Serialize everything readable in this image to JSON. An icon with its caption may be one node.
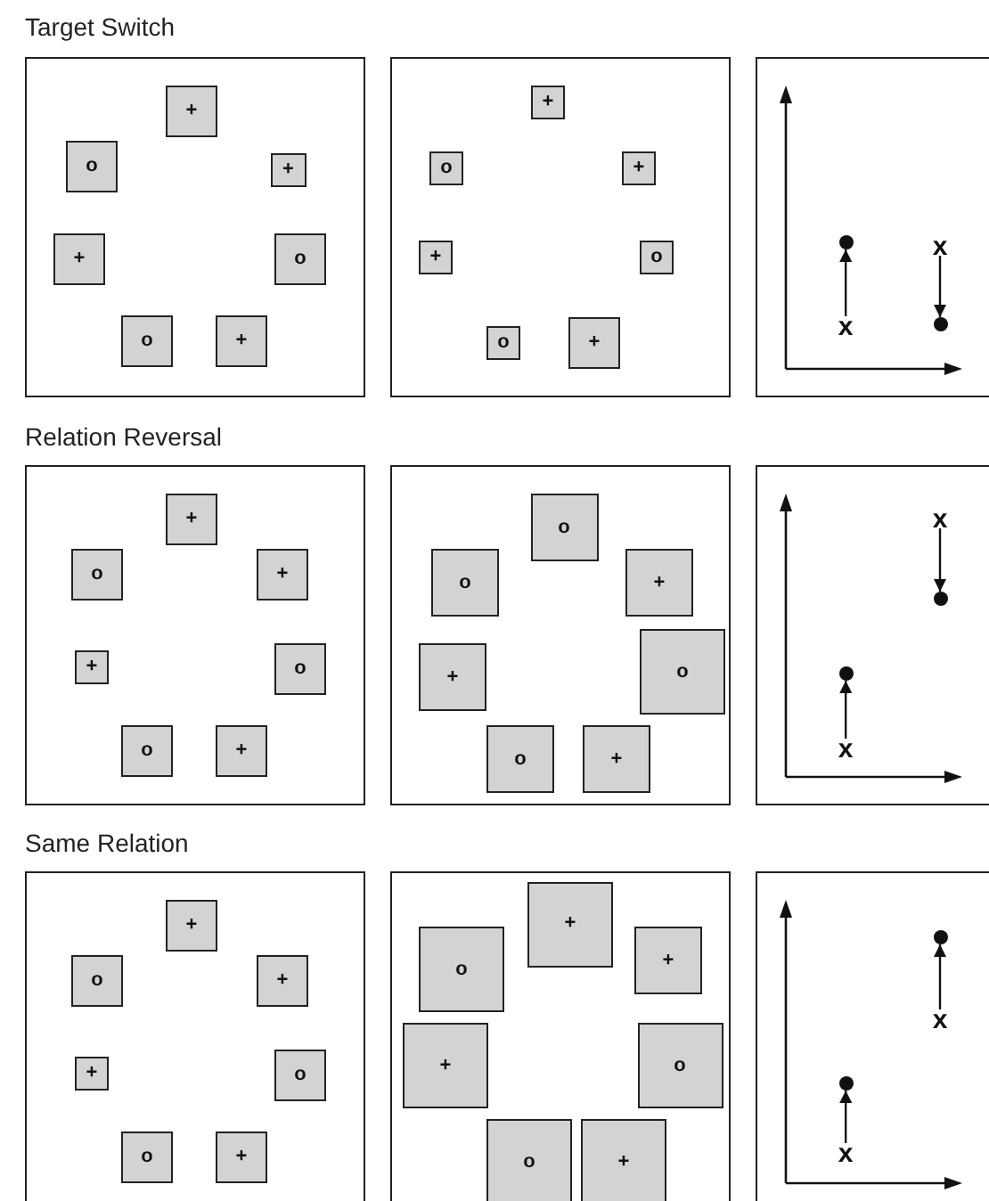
{
  "diagram": {
    "nodes": [
      {
        "text": [],
        "shape": "box"
      },
      {
        "text": [
          "+"
        ],
        "in": 0
      },
      {
        "text": [
          "o"
        ],
        "in": 0
      },
      {
        "text": [
          "+"
        ],
        "in": 0
      },
      {
        "text": [
          "+"
        ],
        "in": 0
      },
      {
        "text": [
          "o"
        ],
        "in": 0
      },
      {
        "text": [
          "o"
        ],
        "in": 0
      },
      {
        "text": [
          "+"
        ],
        "in": 0
      },
      {
        "text": [],
        "shape": "box"
      },
      {
        "text": [
          "+"
        ],
        "in": 8
      },
      {
        "text": [
          "o"
        ],
        "in": 8
      },
      {
        "text": [
          "+"
        ],
        "in": 8
      },
      {
        "text": [
          "+"
        ],
        "in": 8
      },
      {
        "text": [
          "o"
        ],
        "in": 8
      },
      {
        "text": [
          "o"
        ],
        "in": 8
      },
      {
        "text": [
          "+"
        ],
        "in": 8
      },
      {
        "text": [],
        "shape": "box"
      },
      {
        "text": [
          "x"
        ],
        "in": 16
      },
      {
        "text": [],
        "shape": "circle",
        "in": 16
      },
      {
        "text": [
          "x"
        ],
        "in": 16
      },
      {
        "text": [],
        "shape": "circle",
        "in": 16
      },
      {
        "text": [],
        "shape": "box"
      },
      {
        "text": [
          "+"
        ],
        "in": 21
      },
      {
        "text": [
          "o"
        ],
        "in": 21
      },
      {
        "text": [
          "+"
        ],
        "in": 21
      },
      {
        "text": [
          "+"
        ],
        "in": 21
      },
      {
        "text": [
          "o"
        ],
        "in": 21
      },
      {
        "text": [
          "o"
        ],
        "in": 21
      },
      {
        "text": [
          "+"
        ],
        "in": 21
      },
      {
        "text": [],
        "shape": "box"
      },
      {
        "text": [
          "o"
        ],
        "in": 29
      },
      {
        "text": [
          "o"
        ],
        "in": 29
      },
      {
        "text": [
          "+"
        ],
        "in": 29
      },
      {
        "text": [
          "+"
        ],
        "in": 29
      },
      {
        "text": [
          "o"
        ],
        "in": 29
      },
      {
        "text": [
          "o"
        ],
        "in": 29
      },
      {
        "text": [
          "+"
        ],
        "in": 29
      },
      {
        "text": [],
        "shape": "box"
      },
      {
        "text": [
          "x"
        ],
        "in": 37
      },
      {
        "text": [],
        "shape": "circle",
        "in": 37
      },
      {
        "text": [
          "x"
        ],
        "in": 37
      },
      {
        "text": [],
        "shape": "circle",
        "in": 37
      },
      {
        "text": [],
        "shape": "box"
      },
      {
        "text": [
          "+"
        ],
        "in": 42
      },
      {
        "text": [
          "o"
        ],
        "in": 42
      },
      {
        "text": [
          "+"
        ],
        "in": 42
      },
      {
        "text": [
          "+"
        ],
        "in": 42
      },
      {
        "text": [
          "o"
        ],
        "in": 42
      },
      {
        "text": [
          "o"
        ],
        "in": 42
      },
      {
        "text": [
          "+"
        ],
        "in": 42
      },
      {
        "text": [],
        "shape": "box"
      },
      {
        "text": [
          "+"
        ],
        "in": 50
      },
      {
        "text": [
          "o"
        ],
        "in": 50
      },
      {
        "text": [
          "+"
        ],
        "in": 50
      },
      {
        "text": [
          "+"
        ],
        "in": 50
      },
      {
        "text": [
          "o"
        ],
        "in": 50
      },
      {
        "text": [
          "o"
        ],
        "in": 50
      },
      {
        "text": [
          "+"
        ],
        "in": 50
      },
      {
        "text": [],
        "shape": "box"
      },
      {
        "text": [
          "x"
        ],
        "in": 58
      },
      {
        "text": [],
        "shape": "circle",
        "in": 58
      },
      {
        "text": [
          "x"
        ],
        "in": 58
      },
      {
        "text": [],
        "shape": "circle",
        "in": 58
      }
    ],
    "edges": [
      {
        "from": 17,
        "to": 18,
        "arrow": "to"
      },
      {
        "from": 19,
        "to": 20,
        "arrow": "to"
      },
      {
        "from": 38,
        "to": 39,
        "arrow": "to"
      },
      {
        "from": 40,
        "to": 41,
        "arrow": "to"
      },
      {
        "from": 59,
        "to": 60,
        "arrow": "to"
      },
      {
        "from": 61,
        "to": 62,
        "arrow": "to"
      }
    ],
    "labels": [
      "Target Switch",
      "Relation Reversal",
      "Same Relation"
    ]
  }
}
